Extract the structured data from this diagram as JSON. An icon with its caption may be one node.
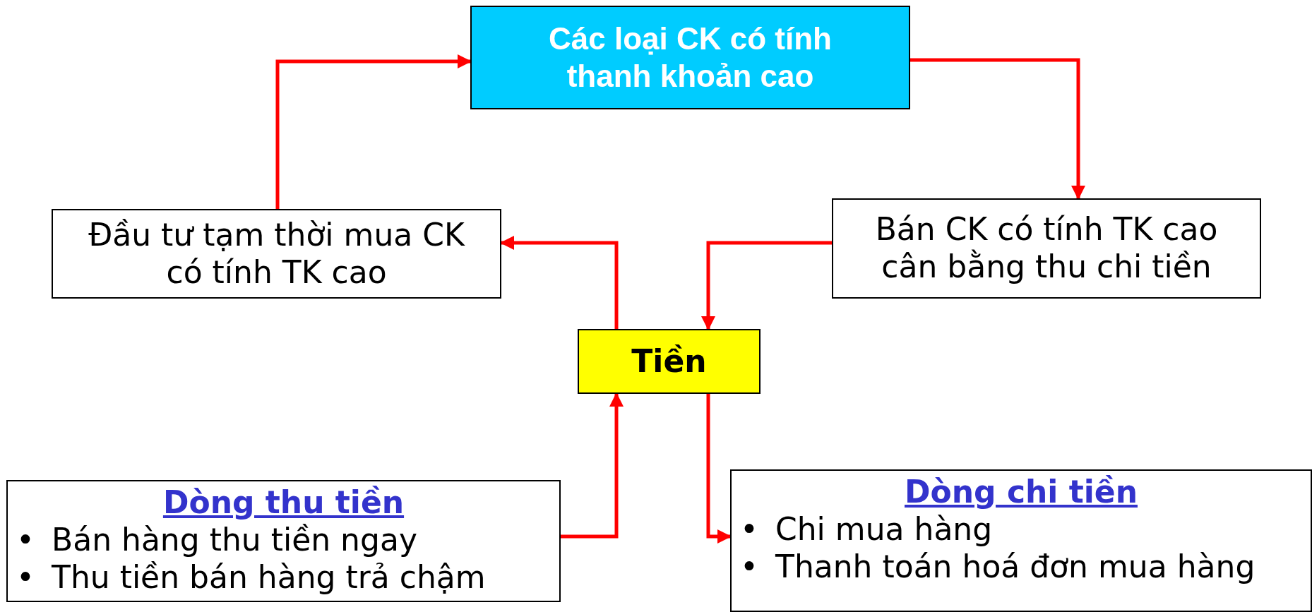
{
  "diagram": {
    "nodes": [
      {
        "text": [
          "Các loại CK có tính thanh khoản cao"
        ]
      },
      {
        "text": [
          "Đầu tư tạm thời mua CK có tính TK cao"
        ]
      },
      {
        "text": [
          "Bán CK có tính TK cao cân bằng thu chi tiền"
        ]
      },
      {
        "text": [
          "Tiền"
        ]
      },
      {
        "text": [
          "Dòng thu tiền",
          "•",
          "Bán hàng thu tiền ngay",
          "•",
          "Thu tiền bán hàng trả chậm"
        ]
      },
      {
        "text": [
          "Dòng chi tiền",
          "•",
          "Chi mua hàng",
          "•",
          "Thanh toán hoá đơn mua hàng"
        ]
      }
    ],
    "edges": [
      {
        "from": 1,
        "to": 0,
        "arrow": "to"
      },
      {
        "from": 0,
        "to": 2,
        "arrow": "to"
      },
      {
        "from": 3,
        "to": 1,
        "arrow": "to"
      },
      {
        "from": 2,
        "to": 3,
        "arrow": "to"
      },
      {
        "from": 4,
        "to": 3,
        "arrow": "to"
      },
      {
        "from": 3,
        "to": 5,
        "arrow": "to"
      }
    ]
  }
}
